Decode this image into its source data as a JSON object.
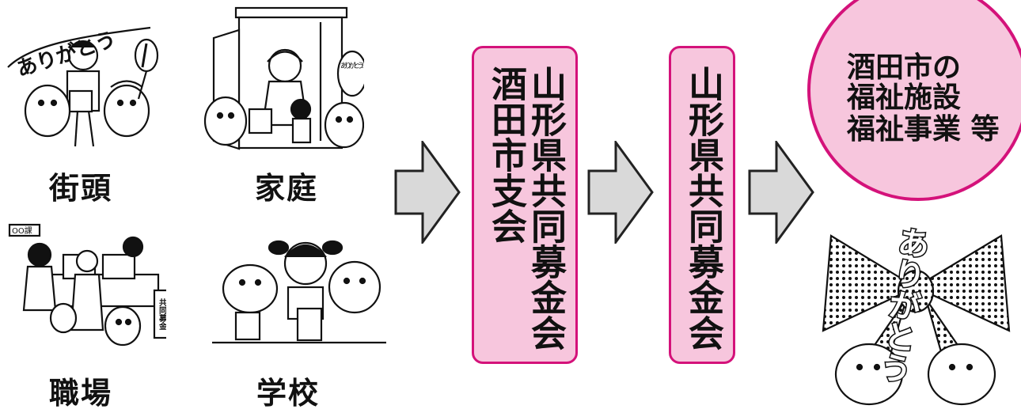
{
  "sources": [
    {
      "label": "街頭"
    },
    {
      "label": "家庭"
    },
    {
      "label": "職場"
    },
    {
      "label": "学校"
    }
  ],
  "illustration_text": {
    "street_banner": "ありがとう",
    "home_bubble": "ありがとう!",
    "office_sign": "共同募金",
    "office_poster": "OO課",
    "ribbon": "ありがとう"
  },
  "flow": {
    "box1_right": "山形県共同募金会",
    "box1_left": "酒田市支会",
    "box2": "山形県共同募金会",
    "destination": [
      "酒田市の",
      "福祉施設",
      "福祉事業 等"
    ]
  },
  "colors": {
    "box_fill": "#f7c6dd",
    "box_border": "#d4127a",
    "arrow_fill": "#d9d9d9",
    "arrow_stroke": "#222222"
  }
}
